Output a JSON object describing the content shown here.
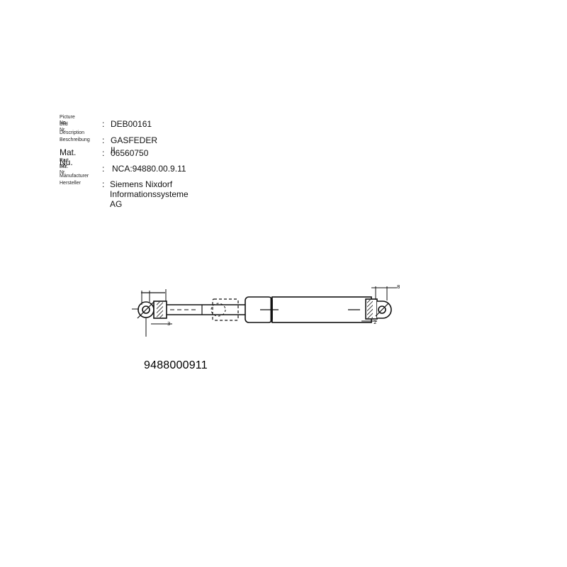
{
  "info": {
    "picture_no_label_en": "Picture No.",
    "picture_no_label_de": "Bild Nr.",
    "picture_no_value": "DEB00161",
    "description_label_en": "Description",
    "description_label_de": "Beschreibung",
    "description_value": "GASFEDER II",
    "mat_nu_label": "Mat. Nu.",
    "mat_nu_value": "06560750",
    "part_no_label_en": "Part. No.",
    "part_no_label_de": "Erz. Nr.",
    "part_no_value": "NCA:94880.00.9.11",
    "manufacturer_label_en": "Manufacturer",
    "manufacturer_label_de": "Hersteller",
    "manufacturer_value": "Siemens Nixdorf Informationssysteme AG",
    "colon": ":"
  },
  "drawing": {
    "subject": "gas-spring-technical-drawing",
    "part_number_caption": "9488000911",
    "dimension_labels": [
      "3",
      "2",
      "8"
    ]
  }
}
